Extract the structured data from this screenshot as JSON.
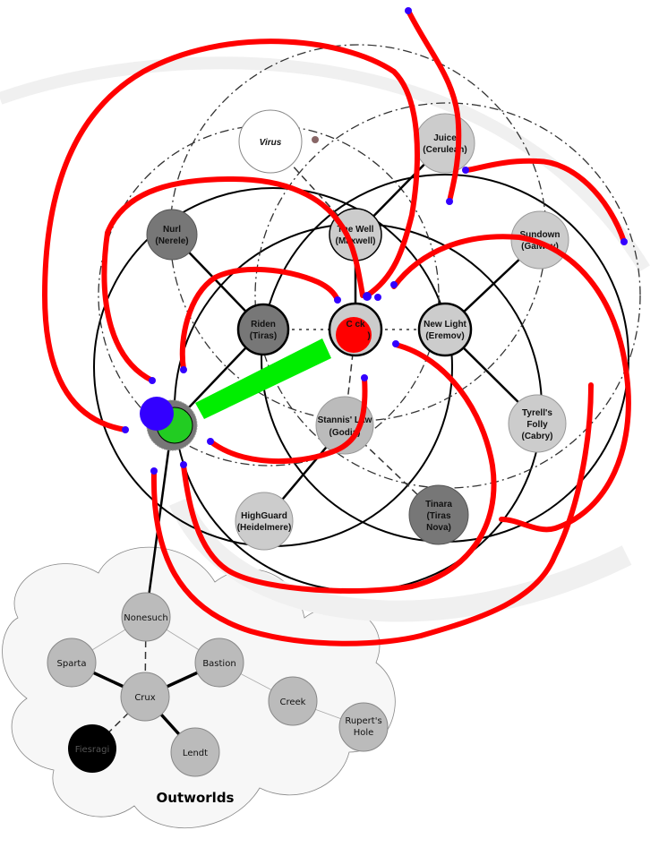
{
  "inner_nodes": [
    {
      "id": "virus",
      "line1": "Virus",
      "line2": ""
    },
    {
      "id": "juice",
      "line1": "Juice",
      "line2": "(Cerulean)"
    },
    {
      "id": "nurl",
      "line1": "Nurl",
      "line2": "(Nerele)"
    },
    {
      "id": "the-well",
      "line1": "The Well",
      "line2": "(Maxwell)"
    },
    {
      "id": "sundown",
      "line1": "Sundown",
      "line2": "(Galway)"
    },
    {
      "id": "riden",
      "line1": "Riden",
      "line2": "(Tiras)"
    },
    {
      "id": "center",
      "line1": "C        ck",
      "line2": ")"
    },
    {
      "id": "new-light",
      "line1": "New Light",
      "line2": "(Eremov)"
    },
    {
      "id": "stannis-law",
      "line1": "Stannis' Law",
      "line2": "(Godia)"
    },
    {
      "id": "tyrells-folly",
      "line1": "Tyrell's",
      "line2": "Folly",
      "line3": "(Cabry)"
    },
    {
      "id": "highguard",
      "line1": "HighGuard",
      "line2": "(Heidelmere)"
    },
    {
      "id": "tinara",
      "line1": "Tinara",
      "line2": "(Tiras",
      "line3": "Nova)"
    }
  ],
  "outworld_nodes": [
    {
      "id": "nonesuch",
      "line1": "Nonesuch"
    },
    {
      "id": "sparta",
      "line1": "Sparta"
    },
    {
      "id": "bastion",
      "line1": "Bastion"
    },
    {
      "id": "crux",
      "line1": "Crux"
    },
    {
      "id": "creek",
      "line1": "Creek"
    },
    {
      "id": "ruperts-hole",
      "line1": "Rupert's",
      "line2": "Hole"
    },
    {
      "id": "fiesragi",
      "line1": "Fiesragi"
    },
    {
      "id": "lendt",
      "line1": "Lendt"
    }
  ],
  "outworlds_title": "Outworlds",
  "colors": {
    "annotation_red": "#ff0000",
    "marker_blue": "#3300ff",
    "marker_green": "#00ee00"
  }
}
